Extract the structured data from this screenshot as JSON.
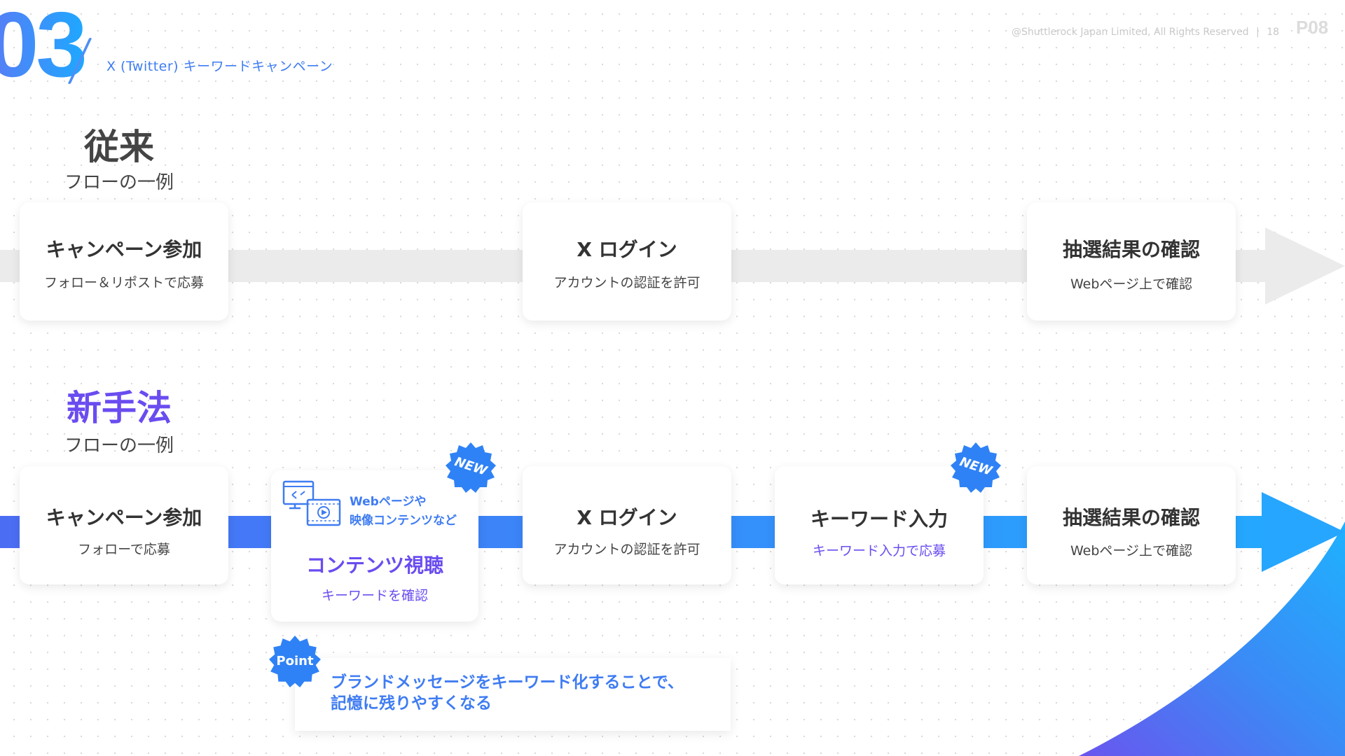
{
  "header": {
    "section_number": "03",
    "section_title": "X (Twitter) キーワードキャンペーン",
    "copyright": "@Shuttlerock Japan Limited, All Rights Reserved",
    "divider": "|",
    "page_small": "18",
    "page_code": "P08"
  },
  "traditional": {
    "title": "従来",
    "subtitle": "フローの一例",
    "steps": [
      {
        "title": "キャンペーン参加",
        "desc": "フォロー＆リポストで応募"
      },
      {
        "title": "X ログイン",
        "desc": "アカウントの認証を許可"
      },
      {
        "title": "抽選結果の確認",
        "desc": "Webページ上で確認"
      }
    ]
  },
  "new_method": {
    "title": "新手法",
    "subtitle": "フローの一例",
    "steps": [
      {
        "title": "キャンペーン参加",
        "desc": "フォローで応募"
      },
      {
        "title": "コンテンツ視聴",
        "desc": "キーワードを確認",
        "icon_caption": "Webページや\n映像コンテンツなど",
        "badge": "NEW"
      },
      {
        "title": "X ログイン",
        "desc": "アカウントの認証を許可"
      },
      {
        "title": "キーワード入力",
        "desc": "キーワード入力で応募",
        "badge": "NEW"
      },
      {
        "title": "抽選結果の確認",
        "desc": "Webページ上で確認"
      }
    ]
  },
  "point": {
    "badge": "Point",
    "text": "ブランドメッセージをキーワード化することで、\n記憶に残りやすくなる"
  },
  "colors": {
    "accent_blue": "#3f7cf2",
    "accent_purple": "#6a4cf0",
    "gray_arrow": "#ebebeb",
    "badge_blue": "#2f82f5"
  },
  "icons": [
    "browser-window-icon",
    "video-player-icon",
    "new-badge-icon",
    "point-badge-icon"
  ]
}
